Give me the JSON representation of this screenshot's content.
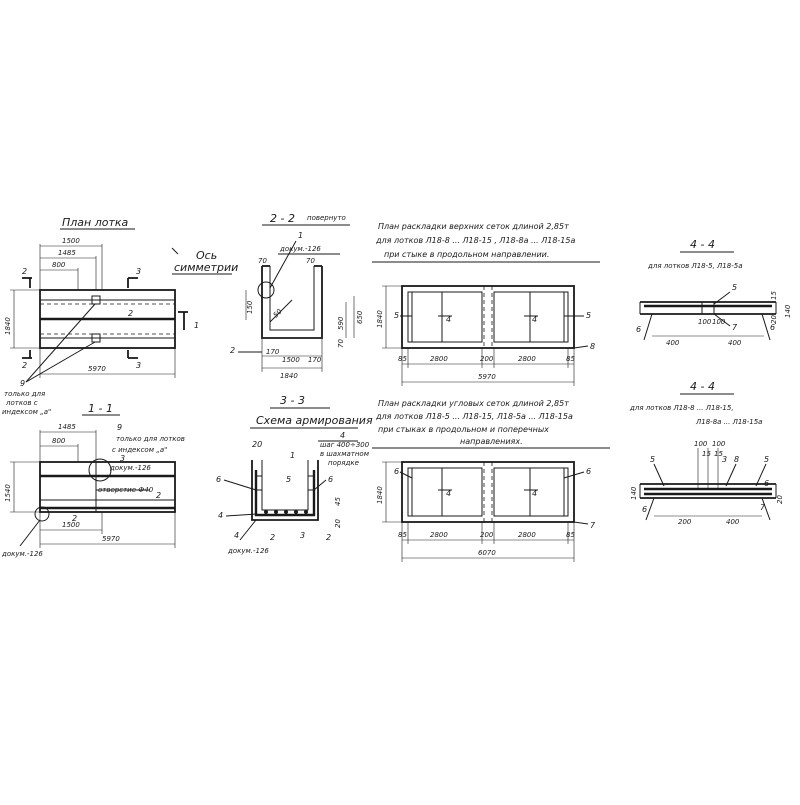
{
  "plan": {
    "title": "План лотка",
    "axis_a": "Ось",
    "axis_b": "симметрии",
    "d1500": "1500",
    "d1485": "1485",
    "d800": "800",
    "d1840": "1840",
    "d5970": "5970",
    "s2": "2",
    "s3": "3",
    "s1": "1",
    "n2": "2",
    "n9": "9",
    "note_a": "только для",
    "note_b": "лотков с",
    "note_c": "индексом „а\""
  },
  "sec11": {
    "title": "1 - 1",
    "d1485": "1485",
    "d800": "800",
    "d1540": "1540",
    "d1500": "1500",
    "d5970": "5970",
    "n9": "9",
    "n3": "3",
    "n2": "2",
    "n2b": "2",
    "note_a": "только для лотков",
    "note_b": "с индексом „а\"",
    "dokum": "докум.-126",
    "hole": "отверстие Ф40",
    "dokum2": "докум.-126"
  },
  "sec22": {
    "title": "2 - 2",
    "rotated": "повернуто",
    "n1": "1",
    "dokum": "докум.-126",
    "d70": "70",
    "d150": "150",
    "d50": "50",
    "d590": "590",
    "d650": "650",
    "d70b": "70",
    "d70c": "70",
    "d1500": "1500",
    "d170": "170",
    "d1840": "1840",
    "n2": "2"
  },
  "sec33": {
    "title": "3 - 3",
    "subtitle": "Схема армирования",
    "n4": "4",
    "step_a": "шаг 400÷300",
    "step_b": "в шахматном",
    "step_c": "порядке",
    "n20": "20",
    "n1": "1",
    "n6": "6",
    "n5": "5",
    "n6b": "6",
    "n4b": "4",
    "n2": "2",
    "n3": "3",
    "n2b": "2",
    "n45": "45",
    "n20b": "20",
    "dokum": "докум.-126"
  },
  "topgrid": {
    "title_a": "План раскладки верхних сеток длиной 2,85т",
    "title_b": "для лотков Л18-8 ... Л18-15 , Л18-8а ... Л18-15а",
    "title_c": "при стыке в продольном направлении.",
    "n5": "5",
    "n4": "4",
    "n4b": "4",
    "n5b": "5",
    "n8": "8",
    "d1840": "1840",
    "d85": "85",
    "d2800": "2800",
    "d200": "200",
    "d2800b": "2800",
    "d85b": "85",
    "d5970": "5970"
  },
  "cornergrid": {
    "title_a": "План раскладки угловых сеток длиной 2,85т",
    "title_b": "для лотков Л18-5 ... Л18-15, Л18-5а ... Л18-15а",
    "title_c": "при стыках в продольном и поперечных",
    "title_d": "направлениях.",
    "n6": "6",
    "n4": "4",
    "n4b": "4",
    "n6b": "6",
    "n7": "7",
    "d1840": "1840",
    "d85": "85",
    "d2800": "2800",
    "d200": "200",
    "d2800b": "2800",
    "d85b": "85",
    "d6070": "6070"
  },
  "sec44a": {
    "title": "4 - 4",
    "subtitle": "для лотков Л18-5, Л18-5а",
    "n5": "5",
    "n6": "6",
    "n7": "7",
    "n6b": "6",
    "d15": "15",
    "d140": "140",
    "d20": "20",
    "d400": "400",
    "d100": "100",
    "d100b": "100",
    "d400b": "400"
  },
  "sec44b": {
    "title": "4 - 4",
    "subtitle_a": "для лотков Л18-8 ... Л18-15,",
    "subtitle_b": "Л18-8а ... Л18-15а",
    "d100": "100",
    "d100b": "100",
    "d15": "15",
    "d15b": "15",
    "n5": "5",
    "n3": "3",
    "n8": "8",
    "n5b": "5",
    "n6": "6",
    "n7": "7",
    "n6b": "6",
    "d140": "140",
    "d200": "200",
    "d400": "400",
    "d20": "20"
  }
}
